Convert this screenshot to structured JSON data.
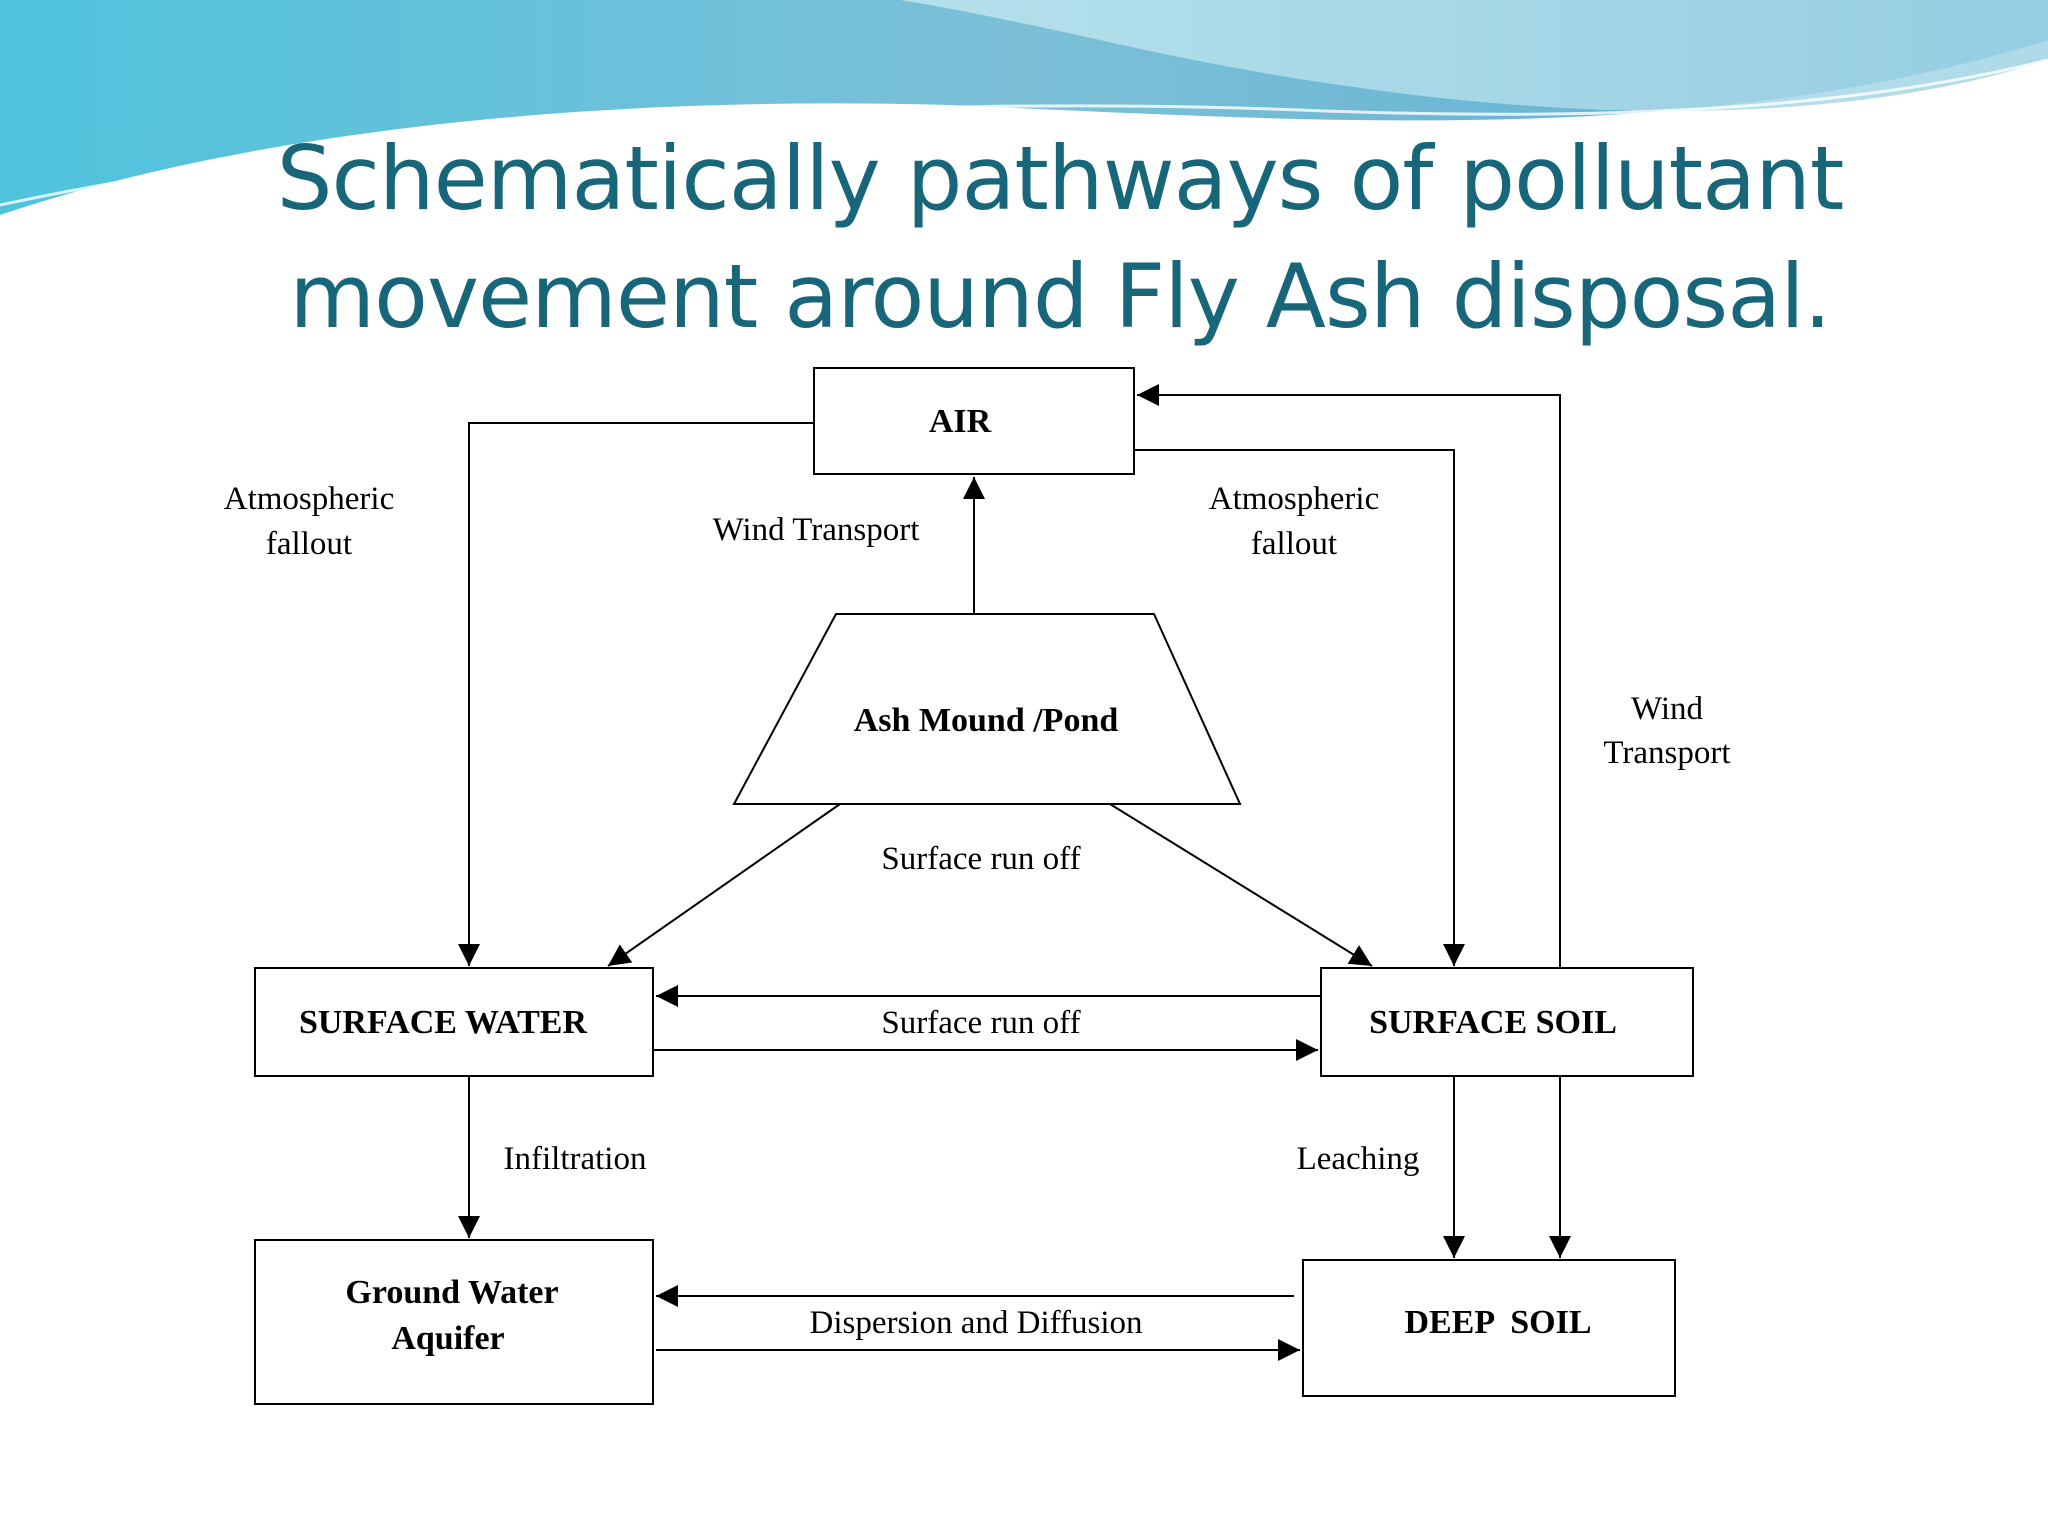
{
  "slide": {
    "title_line1": "Schematically pathways of pollutant",
    "title_line2": "movement around Fly Ash disposal.",
    "colors": {
      "title": "#17667a",
      "banner_dark": "#5bb8d6",
      "banner_light": "#a8dce8"
    }
  },
  "diagram": {
    "nodes": {
      "air": "AIR",
      "ash_mound_pond": "Ash Mound /Pond",
      "surface_water": "SURFACE WATER",
      "surface_soil": "SURFACE SOIL",
      "ground_water_line1": "Ground Water",
      "ground_water_line2": "Aquifer",
      "deep_soil": "DEEP  SOIL"
    },
    "edge_labels": {
      "atmospheric_fallout_left_1": "Atmospheric",
      "atmospheric_fallout_left_2": "fallout",
      "wind_transport_center": "Wind Transport",
      "atmospheric_fallout_right_1": "Atmospheric",
      "atmospheric_fallout_right_2": "fallout",
      "wind_transport_right_1": "Wind",
      "wind_transport_right_2": "Transport",
      "surface_run_off_top": "Surface run off",
      "surface_run_off_middle": "Surface run off",
      "infiltration": "Infiltration",
      "leaching": "Leaching",
      "dispersion_diffusion": "Dispersion and Diffusion"
    }
  }
}
